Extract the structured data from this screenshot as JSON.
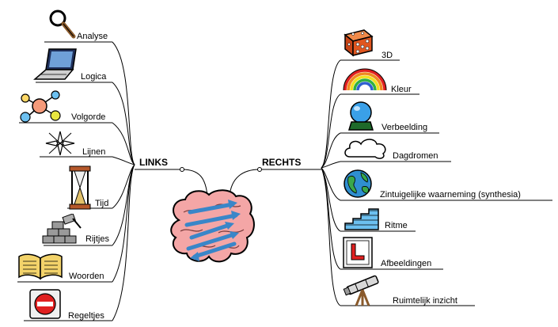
{
  "left": {
    "title": "LINKS",
    "items": [
      {
        "label": "Analyse",
        "icon": "magnifier-icon"
      },
      {
        "label": "Logica",
        "icon": "laptop-icon"
      },
      {
        "label": "Volgorde",
        "icon": "molecule-icon"
      },
      {
        "label": "Lijnen",
        "icon": "compass-rose-icon"
      },
      {
        "label": "Tijd",
        "icon": "hourglass-icon"
      },
      {
        "label": "Rijtjes",
        "icon": "brick-wall-icon"
      },
      {
        "label": "Woorden",
        "icon": "open-book-icon"
      },
      {
        "label": "Regeltjes",
        "icon": "no-entry-sign-icon"
      }
    ]
  },
  "right": {
    "title": "RECHTS",
    "items": [
      {
        "label": "3D",
        "icon": "dice-icon"
      },
      {
        "label": "Kleur",
        "icon": "rainbow-icon"
      },
      {
        "label": "Verbeelding",
        "icon": "crystal-ball-icon"
      },
      {
        "label": "Dagdromen",
        "icon": "cloud-icon"
      },
      {
        "label": "Zintuigelijke waarneming (synthesia)",
        "icon": "globe-icon"
      },
      {
        "label": "Ritme",
        "icon": "stairs-icon"
      },
      {
        "label": "Afbeeldingen",
        "icon": "picture-frame-icon"
      },
      {
        "label": "Ruimtelijk inzicht",
        "icon": "telescope-icon"
      }
    ]
  },
  "center": {
    "icon": "brain-icon"
  },
  "colors": {
    "branch": "#000000",
    "brain": "#f4a6a6",
    "arrows": "#3a86c8",
    "dice": "#e0561f",
    "globe": "#2f8fd0"
  }
}
